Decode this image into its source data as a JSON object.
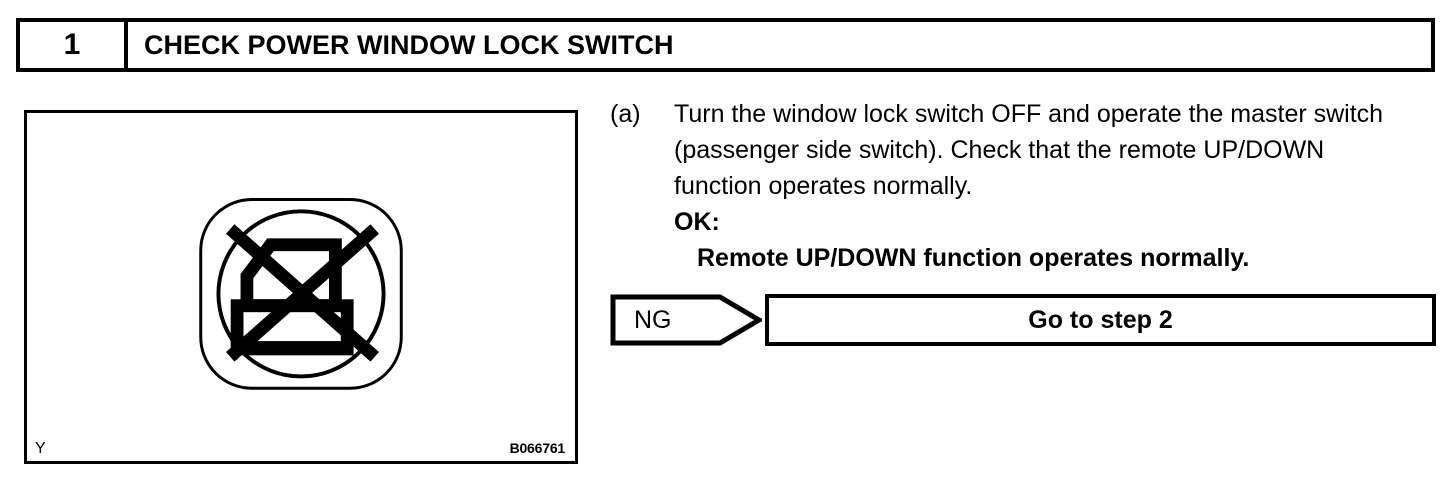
{
  "step_header": {
    "number": "1",
    "title": "CHECK POWER WINDOW LOCK SWITCH"
  },
  "figure": {
    "label": "Y",
    "id": "B066761",
    "icon_name": "window-lock-off-symbol",
    "description": "Power window lock switch symbol: a rounded square button with a circle containing a window glass symbol crossed out by an X"
  },
  "instructions": {
    "marker": "(a)",
    "body": "Turn the window lock switch OFF and operate the master switch (passenger side switch). Check that the remote UP/DOWN function operates normally.",
    "ok_label": "OK:",
    "ok_result": "Remote UP/DOWN function operates normally."
  },
  "result": {
    "ng_label": "NG",
    "goto_label": "Go to step 2"
  },
  "colors": {
    "ink": "#000000",
    "paper": "#ffffff"
  }
}
